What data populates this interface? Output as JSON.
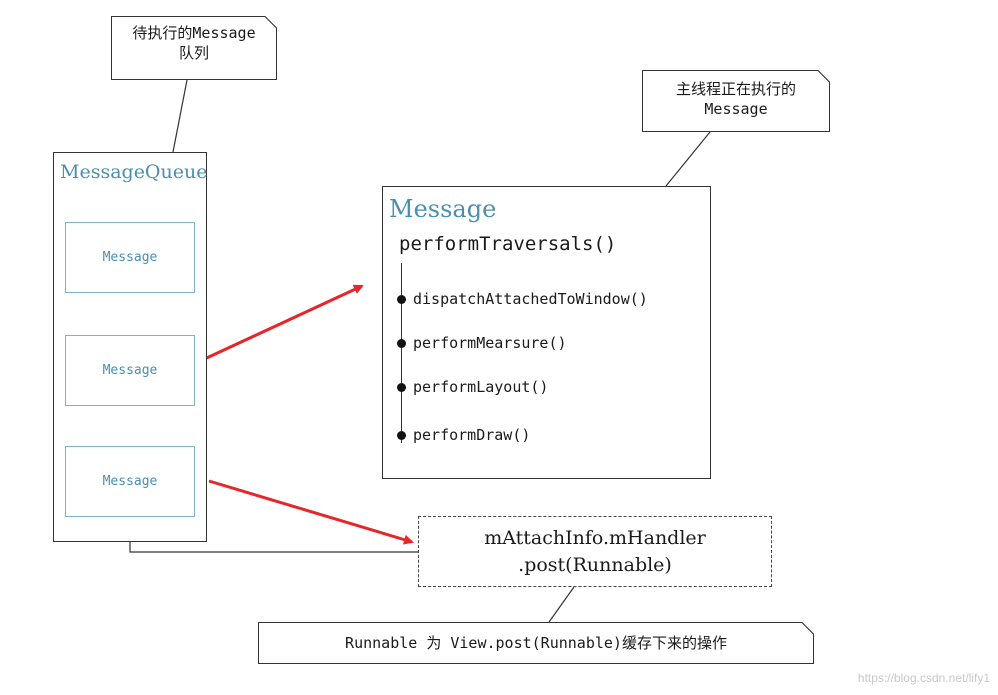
{
  "notes": {
    "queue_note": [
      "待执行的Message",
      "队列"
    ],
    "main_note": [
      "主线程正在执行的",
      "Message"
    ],
    "runnable_note": "Runnable 为 View.post(Runnable)缓存下来的操作"
  },
  "message_queue": {
    "title": "MessageQueue",
    "items": [
      "Message",
      "Message",
      "Message"
    ]
  },
  "current_message": {
    "title": "Message",
    "method": "performTraversals()",
    "steps": [
      "dispatchAttachedToWindow()",
      "performMearsure()",
      "performLayout()",
      "performDraw()"
    ]
  },
  "handler": {
    "line1": "mAttachInfo.mHandler",
    "line2": ".post(Runnable)"
  },
  "watermark": "https://blog.csdn.net/lify1",
  "colors": {
    "accent_blue": "#4a8fb0",
    "message_border": "#7fb3c8",
    "arrow_red": "#e8262a",
    "line": "#333333"
  }
}
